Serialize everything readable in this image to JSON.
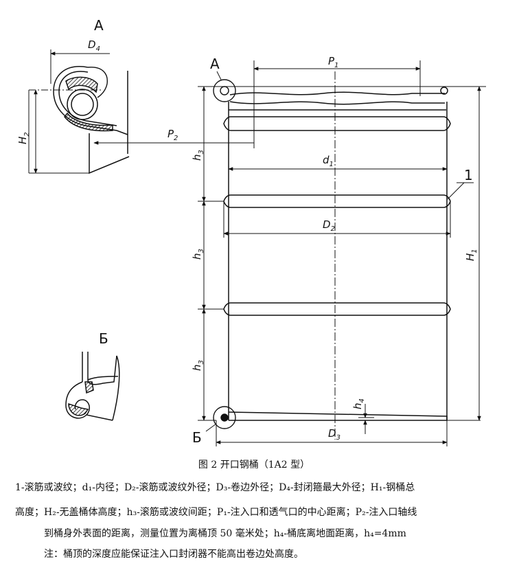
{
  "figure": {
    "caption": "图 2  开口钢桶（1A2 型）",
    "legend_lines": [
      "1-滚筋或波纹；d₁-内径；D₂-滚筋或波纹外径；D₃-卷边外径；D₄-封闭箍最大外径；H₁-钢桶总",
      "高度；H₂-无盖桶体高度；h₃-滚筋或波纹间距；P₁-注入口和透气口的中心距离；P₂-注入口轴线",
      "到桶身外表面的距离，测量位置为离桶顶 50 毫米处；h₄-桶底离地面距离，h₄=4mm",
      "注：桶顶的深度应能保证注入口封闭器不能高出卷边处高度。"
    ]
  },
  "diagram": {
    "detail_a_title": "A",
    "detail_b_title": "Б",
    "callout_a": "A",
    "callout_b": "Б",
    "part_1": "1",
    "dims": {
      "D4": {
        "main": "D",
        "sub": "4"
      },
      "H2": {
        "main": "H",
        "sub": "2"
      },
      "P2": {
        "main": "P",
        "sub": "2"
      },
      "P1": {
        "main": "P",
        "sub": "1"
      },
      "d1": {
        "main": "d",
        "sub": "1"
      },
      "D2": {
        "main": "D",
        "sub": "2"
      },
      "H1": {
        "main": "H",
        "sub": "1"
      },
      "h3_top": {
        "main": "h",
        "sub": "3"
      },
      "h3_mid": {
        "main": "h",
        "sub": "3"
      },
      "h3_bot": {
        "main": "h",
        "sub": "3"
      },
      "h4": {
        "main": "h",
        "sub": "4"
      },
      "D3": {
        "main": "D",
        "sub": "3"
      }
    }
  }
}
